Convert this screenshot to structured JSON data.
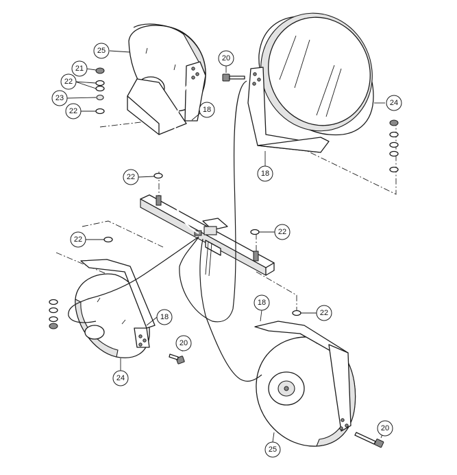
{
  "callouts": [
    {
      "id": "c25a",
      "label": "25"
    },
    {
      "id": "c21",
      "label": "21"
    },
    {
      "id": "c22a",
      "label": "22"
    },
    {
      "id": "c23",
      "label": "23"
    },
    {
      "id": "c22b",
      "label": "22"
    },
    {
      "id": "c20a",
      "label": "20"
    },
    {
      "id": "c18a",
      "label": "18"
    },
    {
      "id": "c24a",
      "label": "24"
    },
    {
      "id": "c18b",
      "label": "18"
    },
    {
      "id": "c22c",
      "label": "22"
    },
    {
      "id": "c22d",
      "label": "22"
    },
    {
      "id": "c22e",
      "label": "22"
    },
    {
      "id": "c18c",
      "label": "18"
    },
    {
      "id": "c20b",
      "label": "20"
    },
    {
      "id": "c24b",
      "label": "24"
    },
    {
      "id": "c18d",
      "label": "18"
    },
    {
      "id": "c22f",
      "label": "22"
    },
    {
      "id": "c20c",
      "label": "20"
    },
    {
      "id": "c25b",
      "label": "25"
    }
  ],
  "colors": {
    "line": "#1a1a1a",
    "background": "#ffffff",
    "shade": "#e3e3e3"
  }
}
